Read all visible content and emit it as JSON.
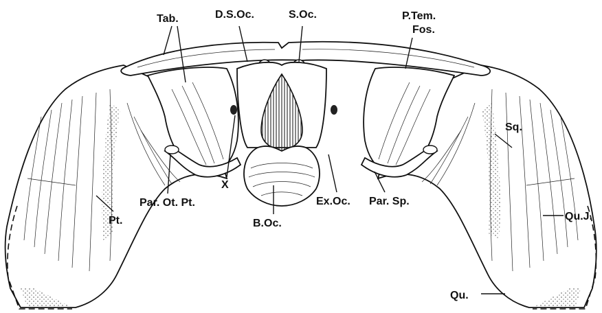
{
  "labels": {
    "tab": "Tab.",
    "d_s_oc": "D.S.Oc.",
    "s_oc": "S.Oc.",
    "p_tem": "P.Tem.",
    "fos": "Fos.",
    "sq": "Sq.",
    "qu_j": "Qu.J.",
    "qu": "Qu.",
    "par_sp": "Par. Sp.",
    "ex_oc": "Ex.Oc.",
    "b_oc": "B.Oc.",
    "x": "X",
    "par_ot_pt": "Par. Ot. Pt.",
    "pt": "Pt."
  }
}
